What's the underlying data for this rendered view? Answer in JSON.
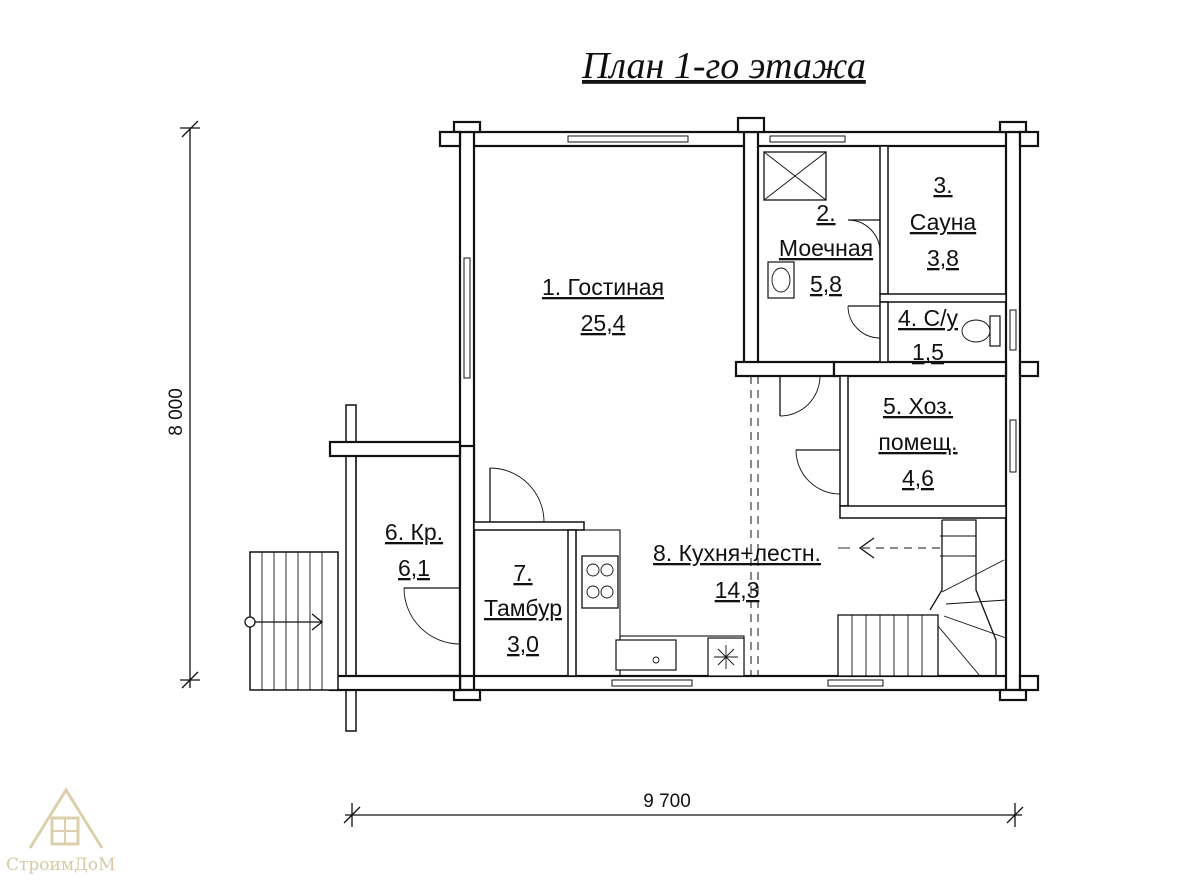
{
  "title": "План 1-го этажа",
  "dimensions": {
    "height": "8 000",
    "width": "9 700"
  },
  "rooms": [
    {
      "id": "living",
      "line1": "1. Гостиная",
      "line2": "25,4"
    },
    {
      "id": "wash",
      "line1": "2.",
      "line2": "Моечная",
      "line3": "5,8"
    },
    {
      "id": "sauna",
      "line1": "3.",
      "line2": "Сауна",
      "line3": "3,8"
    },
    {
      "id": "wc",
      "line1": "4. С/у",
      "line2": "1,5"
    },
    {
      "id": "utility",
      "line1": "5. Хоз.",
      "line2": "помещ.",
      "line3": "4,6"
    },
    {
      "id": "porch",
      "line1": "6. Кр.",
      "line2": "6,1"
    },
    {
      "id": "vestibule",
      "line1": "7.",
      "line2": "Тамбур",
      "line3": "3,0"
    },
    {
      "id": "kitchen",
      "line1": "8. Кухня+лестн.",
      "line2": "14,3"
    }
  ],
  "watermark": "СтроимДоМ"
}
